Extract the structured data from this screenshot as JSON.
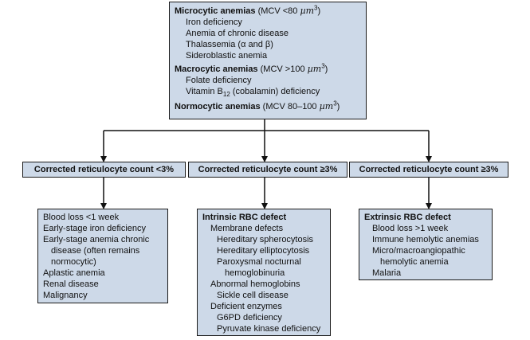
{
  "top": {
    "micro": {
      "title": "Microcytic anemias",
      "range_pre": "(MCV <80 ",
      "unit": "µm",
      "exp": "3",
      "range_post": ")",
      "items": [
        "Iron deficiency",
        "Anemia of chronic disease",
        "Thalassemia (α and β)",
        "Sideroblastic anemia"
      ]
    },
    "macro": {
      "title": "Macrocytic anemias",
      "range_pre": "(MCV >100 ",
      "unit": "µm",
      "exp": "3",
      "range_post": ")",
      "item1": "Folate deficiency",
      "item2_pre": "Vitamin B",
      "item2_sub": "12",
      "item2_post": " (cobalamin) deficiency"
    },
    "normo": {
      "title": "Normocytic anemias",
      "range_pre": "(MCV 80–100 ",
      "unit": "µm",
      "exp": "3",
      "range_post": ")"
    }
  },
  "headers": [
    "Corrected reticulocyte count <3%",
    "Corrected reticulocyte count ≥3%",
    "Corrected reticulocyte count ≥3%"
  ],
  "left": {
    "items": [
      "Blood loss <1 week",
      "Early-stage iron deficiency",
      "Early-stage anemia chronic"
    ],
    "cont": [
      "disease (often remains",
      "normocytic)"
    ],
    "items2": [
      "Aplastic anemia",
      "Renal disease",
      "Malignancy"
    ]
  },
  "middle": {
    "title": "Intrinsic RBC defect",
    "g1": "Membrane defects",
    "g1_items": [
      "Hereditary spherocytosis",
      "Hereditary elliptocytosis",
      "Paroxysmal nocturnal"
    ],
    "g1_cont": "hemoglobinuria",
    "g2": "Abnormal hemoglobins",
    "g2_items": [
      "Sickle cell disease"
    ],
    "g3": "Deficient enzymes",
    "g3_items": [
      "G6PD deficiency",
      "Pyruvate kinase deficiency"
    ]
  },
  "right": {
    "title": "Extrinsic RBC defect",
    "items": [
      "Blood loss >1 week",
      "Immune hemolytic anemias",
      "Micro/macroangiopathic"
    ],
    "cont": "hemolytic anemia",
    "items2": [
      "Malaria"
    ]
  }
}
